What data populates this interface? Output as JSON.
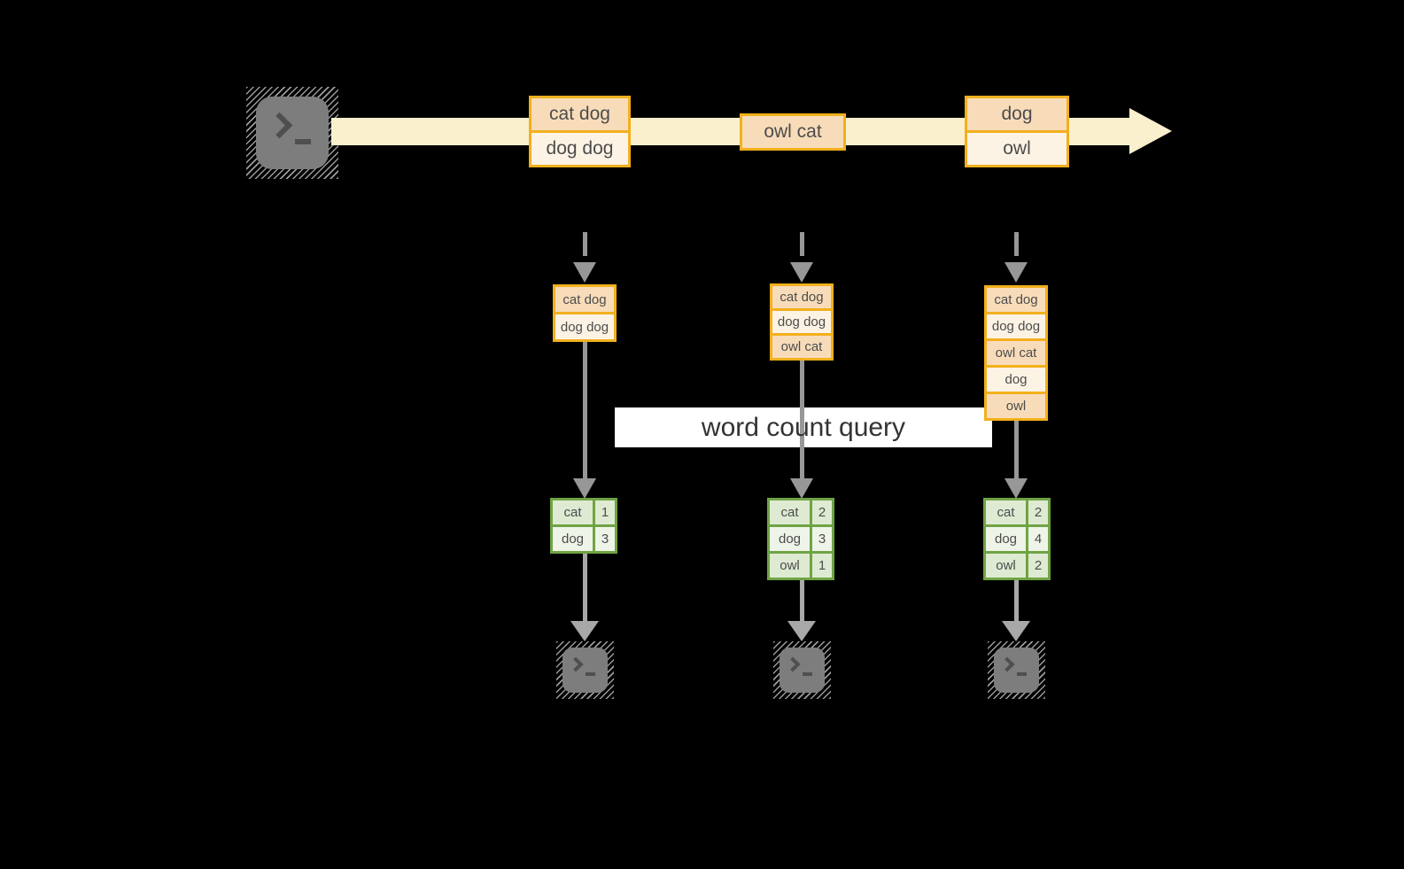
{
  "colors": {
    "stream_band": "#fbf0cd",
    "amber_border": "#f2b01d",
    "peach_dark": "#f8dcba",
    "peach_light": "#fdf3e4",
    "green_border": "#6fa444",
    "green_dark": "#dfead3",
    "green_light": "#eef4e8",
    "arrow_gray": "#979797",
    "arrow_light_gray": "#a8a8a8",
    "terminal_gray": "#7d7d7d",
    "glyph_dark": "#4f4f4f",
    "text_dark": "#4c4c4c",
    "query_text": "#333333",
    "banner_bg": "#ffffff"
  },
  "icons": {
    "source": "terminal-icon",
    "sink": "terminal-icon"
  },
  "stream": {
    "events": [
      {
        "lines": [
          "cat dog",
          "dog dog"
        ]
      },
      {
        "lines": [
          "owl cat"
        ]
      },
      {
        "lines": [
          "dog",
          "owl"
        ]
      }
    ]
  },
  "query": {
    "label": "word count query"
  },
  "columns": [
    {
      "state_rows": [
        "cat dog",
        "dog dog"
      ],
      "count_rows": [
        {
          "word": "cat",
          "count": 1
        },
        {
          "word": "dog",
          "count": 3
        }
      ]
    },
    {
      "state_rows": [
        "cat dog",
        "dog dog",
        "owl cat"
      ],
      "count_rows": [
        {
          "word": "cat",
          "count": 2
        },
        {
          "word": "dog",
          "count": 3
        },
        {
          "word": "owl",
          "count": 1
        }
      ]
    },
    {
      "state_rows": [
        "cat dog",
        "dog dog",
        "owl cat",
        "dog",
        "owl"
      ],
      "count_rows": [
        {
          "word": "cat",
          "count": 2
        },
        {
          "word": "dog",
          "count": 4
        },
        {
          "word": "owl",
          "count": 2
        }
      ]
    }
  ]
}
